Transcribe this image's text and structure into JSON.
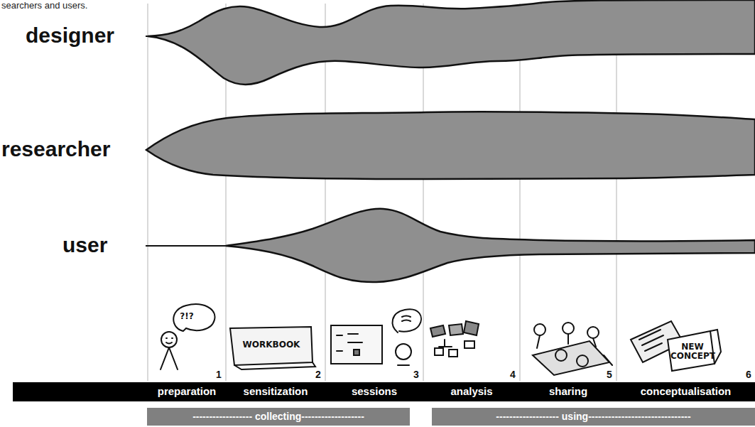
{
  "diagram": {
    "caption": "searchers and users.",
    "labels": [
      "designer",
      "researcher",
      "user",
      "?!?",
      "WORKBOOK",
      "NEW CONCEPT",
      "1",
      "2",
      "3",
      "4",
      "5",
      "6",
      "preparation",
      "sensitization",
      "sessions",
      "analysis",
      "sharing",
      "conceptualisation",
      "------------------ collecting-------------------",
      "------------------- using-------------------------------"
    ]
  }
}
